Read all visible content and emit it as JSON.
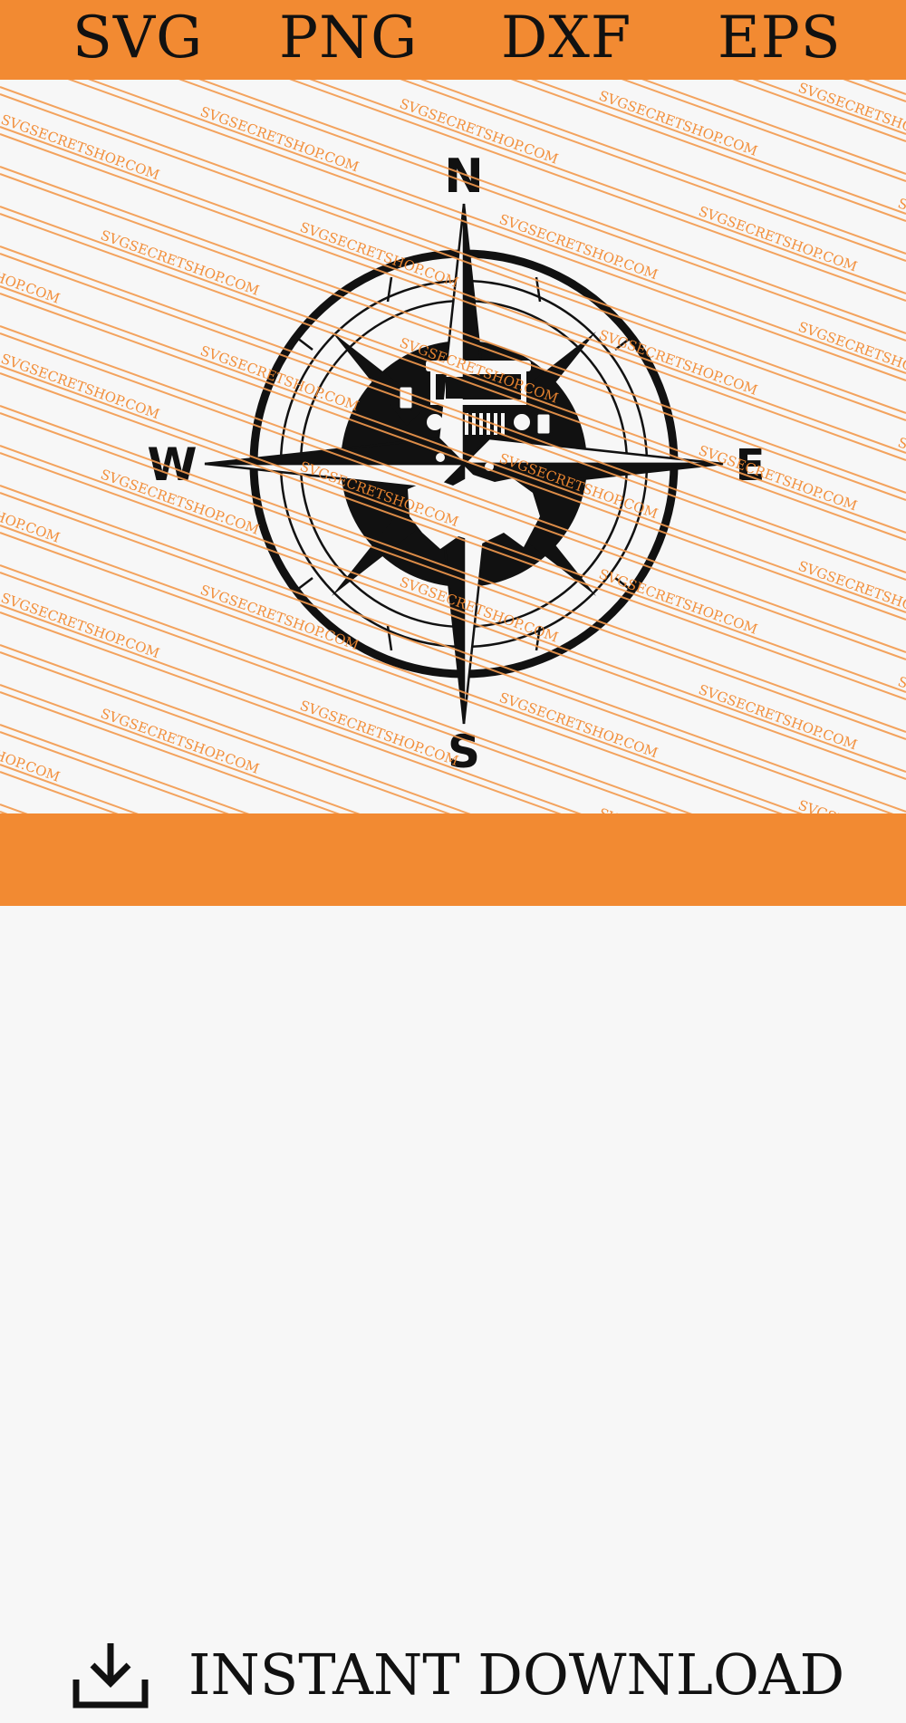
{
  "formats": [
    "SVG",
    "PNG",
    "DXF",
    "EPS"
  ],
  "compass": {
    "north": "N",
    "east": "E",
    "south": "S",
    "west": "W"
  },
  "watermark": "SVGSECRETSHOP.COM",
  "cta": {
    "label": "INSTANT DOWNLOAD",
    "icon": "download-icon"
  },
  "colors": {
    "accent": "#f28a32",
    "ink": "#111111",
    "background": "#f7f7f7"
  }
}
